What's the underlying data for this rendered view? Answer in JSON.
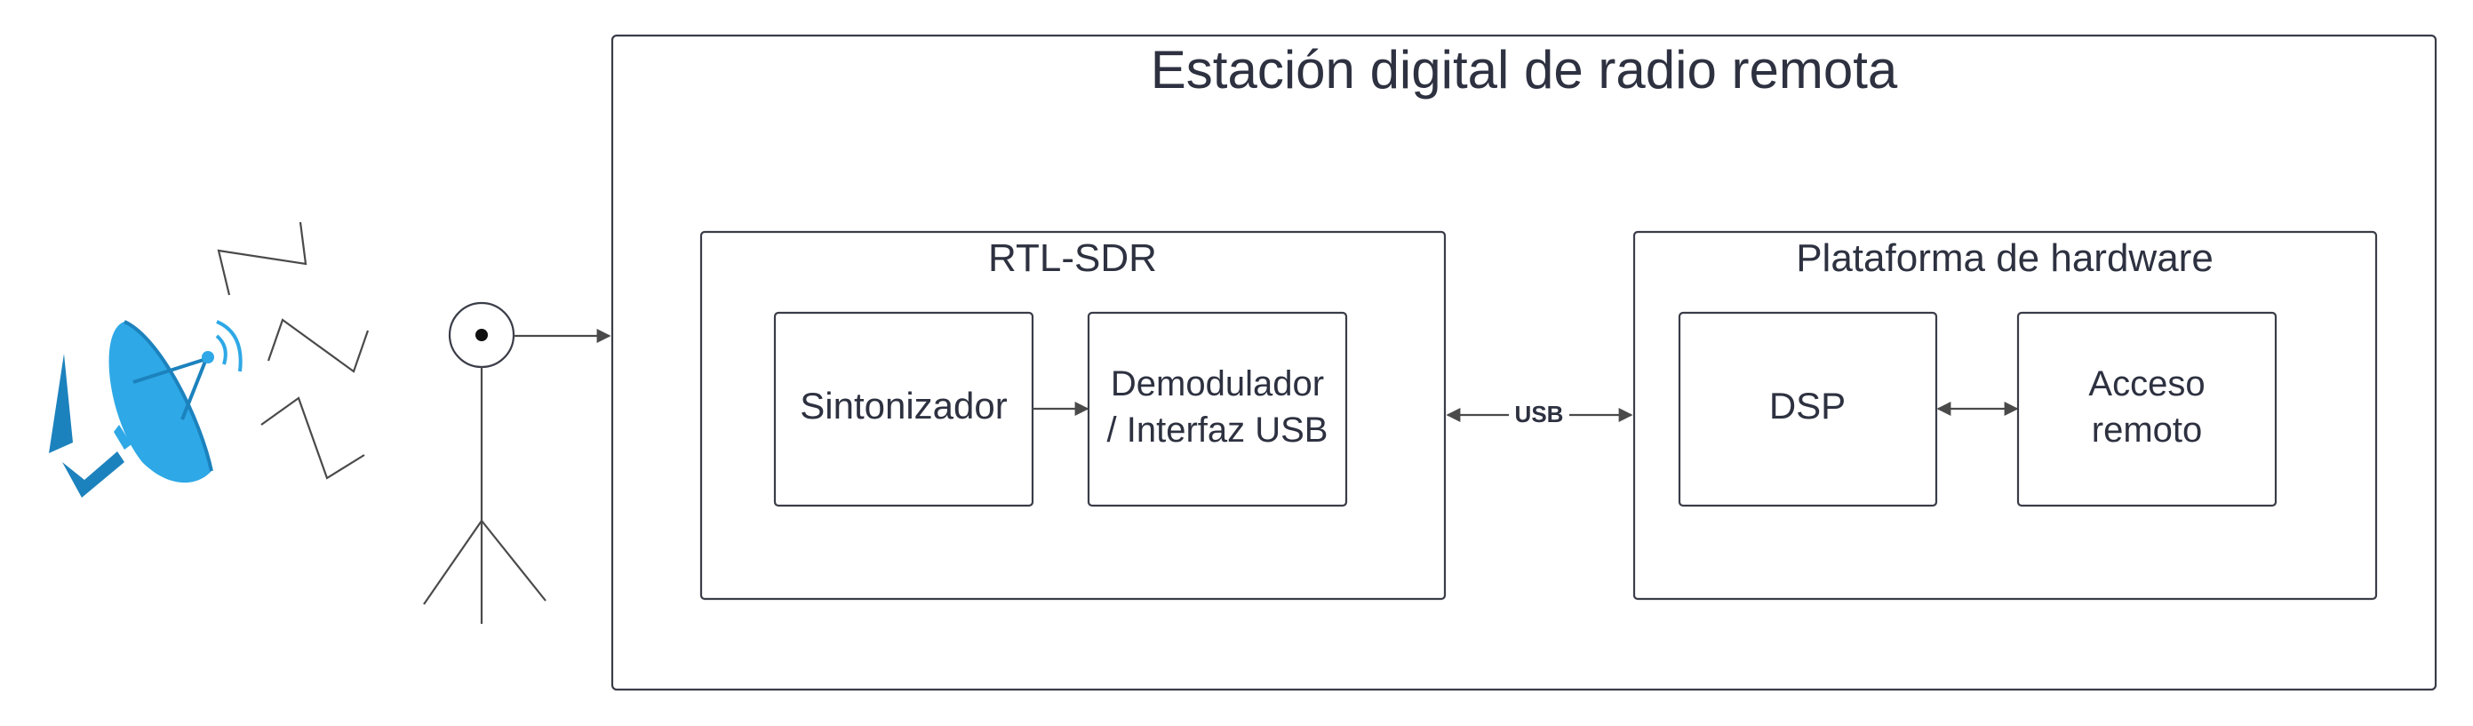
{
  "station": {
    "title": "Estación digital de radio remota"
  },
  "rtl_sdr": {
    "title": "RTL-SDR",
    "tuner": {
      "label": "Sintonizador"
    },
    "demodulator": {
      "line1": "Demodulador",
      "line2": "/ Interfaz USB"
    }
  },
  "hardware": {
    "title": "Plataforma de hardware",
    "dsp": {
      "label": "DSP"
    },
    "remote": {
      "line1": "Acceso",
      "line2": "remoto"
    }
  },
  "link": {
    "label": "USB"
  },
  "colors": {
    "dish": "#2ea8e6",
    "dish_dark": "#1c82bd",
    "stroke": "#3a3d48",
    "text": "#2d3140"
  },
  "icons": [
    "satellite-dish-icon",
    "radio-waves-icon",
    "antenna-icon"
  ]
}
